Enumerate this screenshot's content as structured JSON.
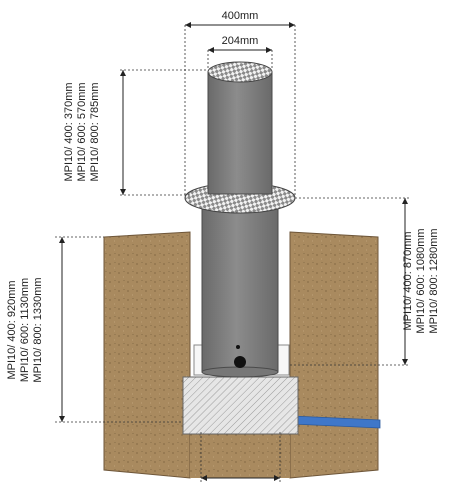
{
  "dimensions": {
    "top_width": "400mm",
    "post_width": "204mm",
    "height_above_ground": [
      "MPI10/ 400: 370mm",
      "MPI10/ 600: 570mm",
      "MPI10/ 800: 785mm"
    ],
    "post_below_top": [
      "MPI10/ 400: 870mm",
      "MPI10/ 600: 1080mm",
      "MPI10/ 800: 1280mm"
    ],
    "pit_depth": [
      "MPI10/ 400: 920mm",
      "MPI10/ 600: 1130mm",
      "MPI10/ 800: 1330mm"
    ]
  },
  "colors": {
    "soil": "#a98a5f",
    "soil_edge": "#6e5639",
    "post": "#7d7d7d",
    "post_edge": "#4a4a4a",
    "concrete": "#e9e9e9",
    "pipe": "#3f77c9"
  }
}
